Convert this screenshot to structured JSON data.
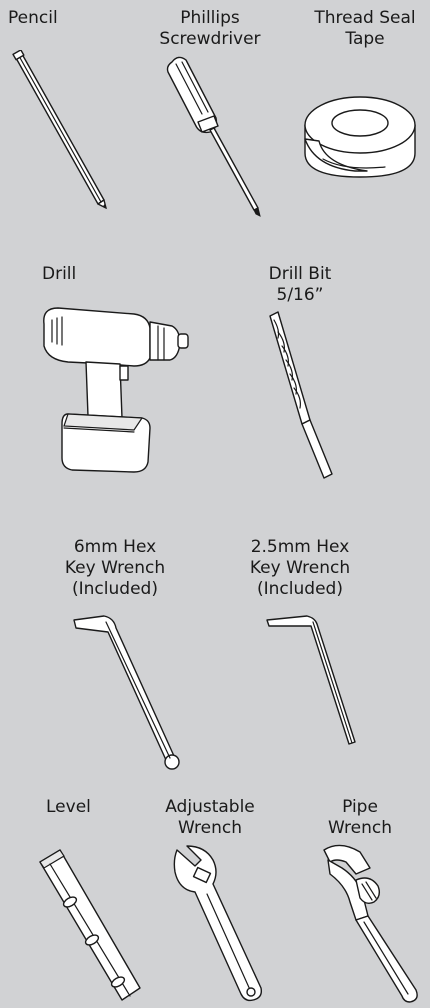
{
  "tools": {
    "pencil": "Pencil",
    "screwdriver": "Phillips\nScrewdriver",
    "tape": "Thread Seal\nTape",
    "drill": "Drill",
    "drill_bit": "Drill Bit\n5/16”",
    "hex_6mm": "6mm Hex\nKey Wrench\n(Included)",
    "hex_25mm": "2.5mm Hex\nKey Wrench\n(Included)",
    "level": "Level",
    "adjustable_wrench": "Adjustable\nWrench",
    "pipe_wrench": "Pipe\nWrench"
  }
}
